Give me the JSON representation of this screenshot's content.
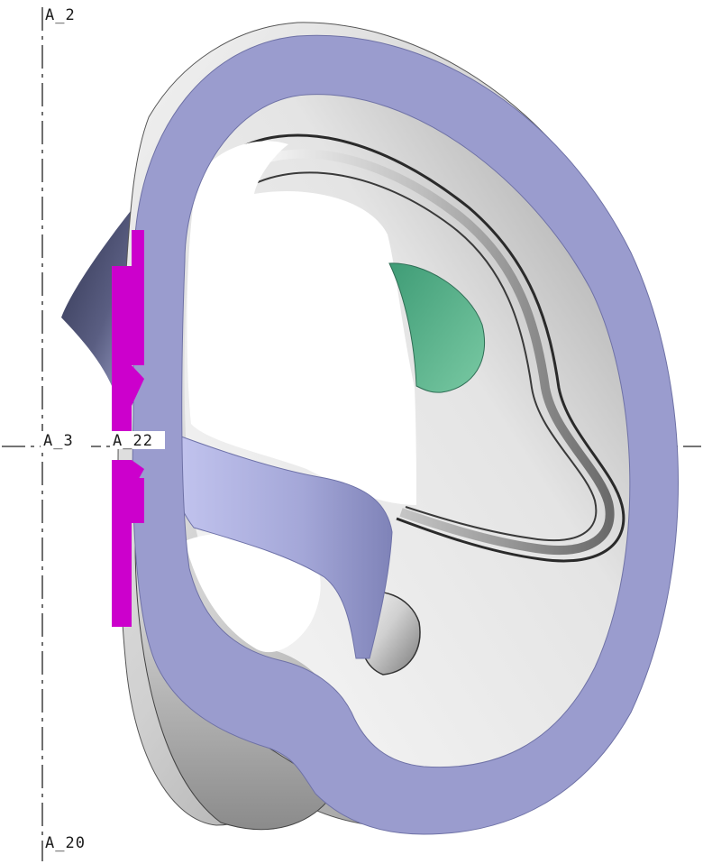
{
  "axes": {
    "top_label": "A_2",
    "bottom_label": "A_20",
    "horizontal_label_left": "A_3",
    "horizontal_label_right": "A_22"
  },
  "colors": {
    "background": "#ffffff",
    "section_cut": "#9a9cce",
    "section_cut_light": "#b7b9e6",
    "surface_light": "#f2f2f2",
    "surface_mid": "#c9c9c9",
    "surface_dark": "#6e6e6e",
    "highlight_magenta": "#cc00cc",
    "highlight_green": "#55b38a",
    "dark_fin": "#3a3e5c"
  },
  "icons": {
    "model": "cad-section-view-icon"
  }
}
